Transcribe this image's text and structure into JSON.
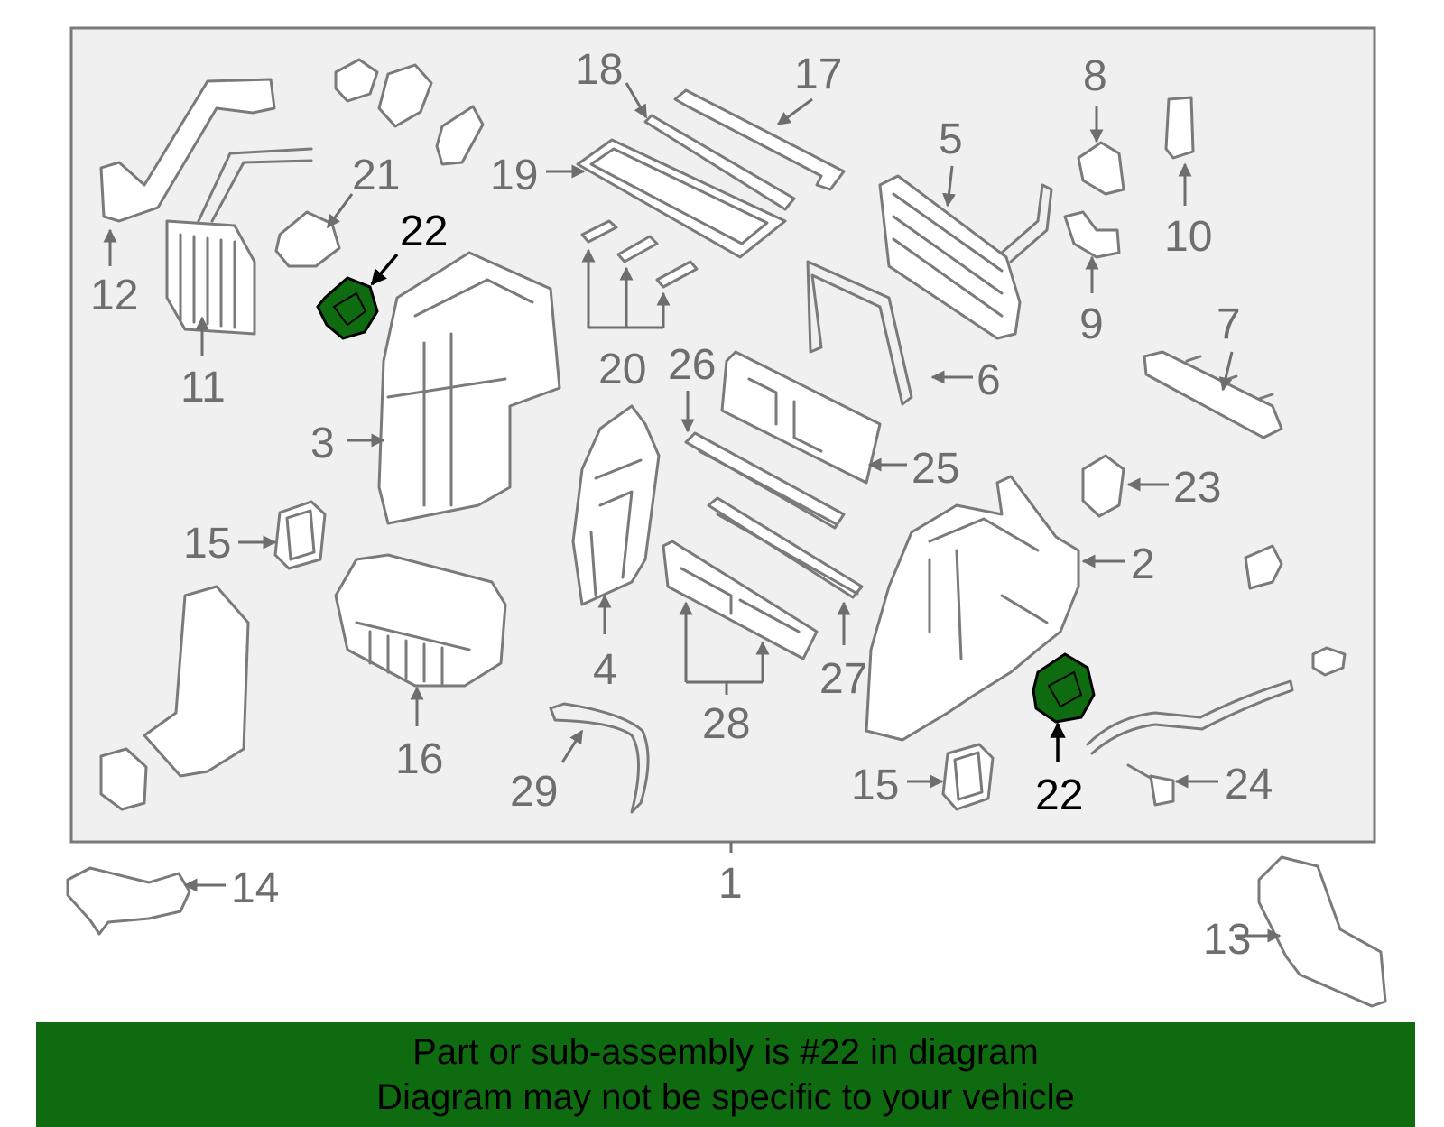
{
  "callouts": {
    "c1": "1",
    "c2": "2",
    "c3": "3",
    "c4": "4",
    "c5": "5",
    "c6": "6",
    "c7": "7",
    "c8": "8",
    "c9": "9",
    "c10": "10",
    "c11": "11",
    "c12": "12",
    "c13": "13",
    "c14": "14",
    "c15a": "15",
    "c15b": "15",
    "c16": "16",
    "c17": "17",
    "c18": "18",
    "c19": "19",
    "c20": "20",
    "c21": "21",
    "c22a": "22",
    "c22b": "22",
    "c23": "23",
    "c24": "24",
    "c25": "25",
    "c26": "26",
    "c27": "27",
    "c28": "28",
    "c29": "29"
  },
  "highlight_color": "#0f6b0f",
  "banner": {
    "line1": "Part or sub-assembly is #22 in diagram",
    "line2": "Diagram may not be specific to your vehicle"
  }
}
